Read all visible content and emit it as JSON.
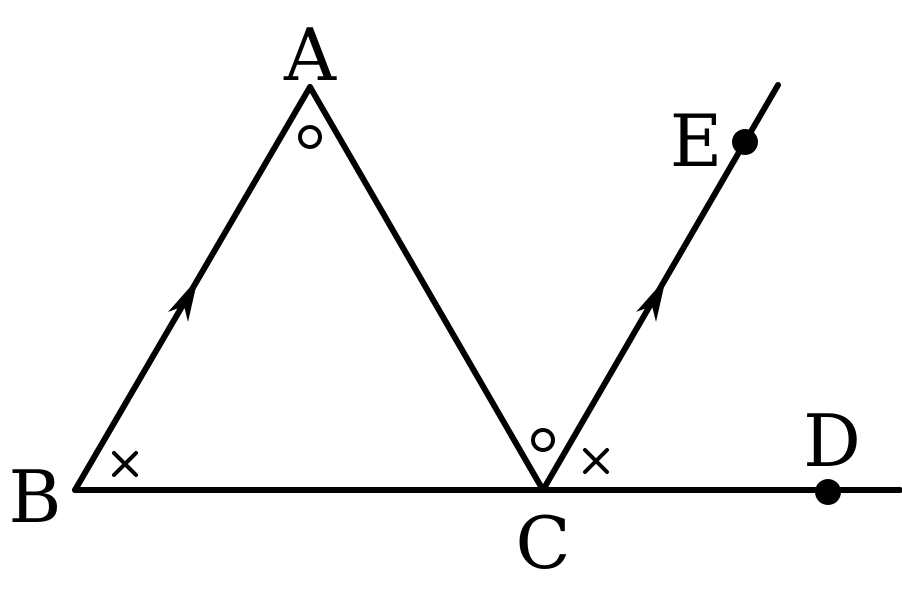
{
  "diagram": {
    "points": {
      "A": "A",
      "B": "B",
      "C": "C",
      "D": "D",
      "E": "E"
    },
    "angle_marks": {
      "circle": "○",
      "cross": "×"
    },
    "colors": {
      "stroke": "#000000",
      "background": "#ffffff"
    }
  }
}
